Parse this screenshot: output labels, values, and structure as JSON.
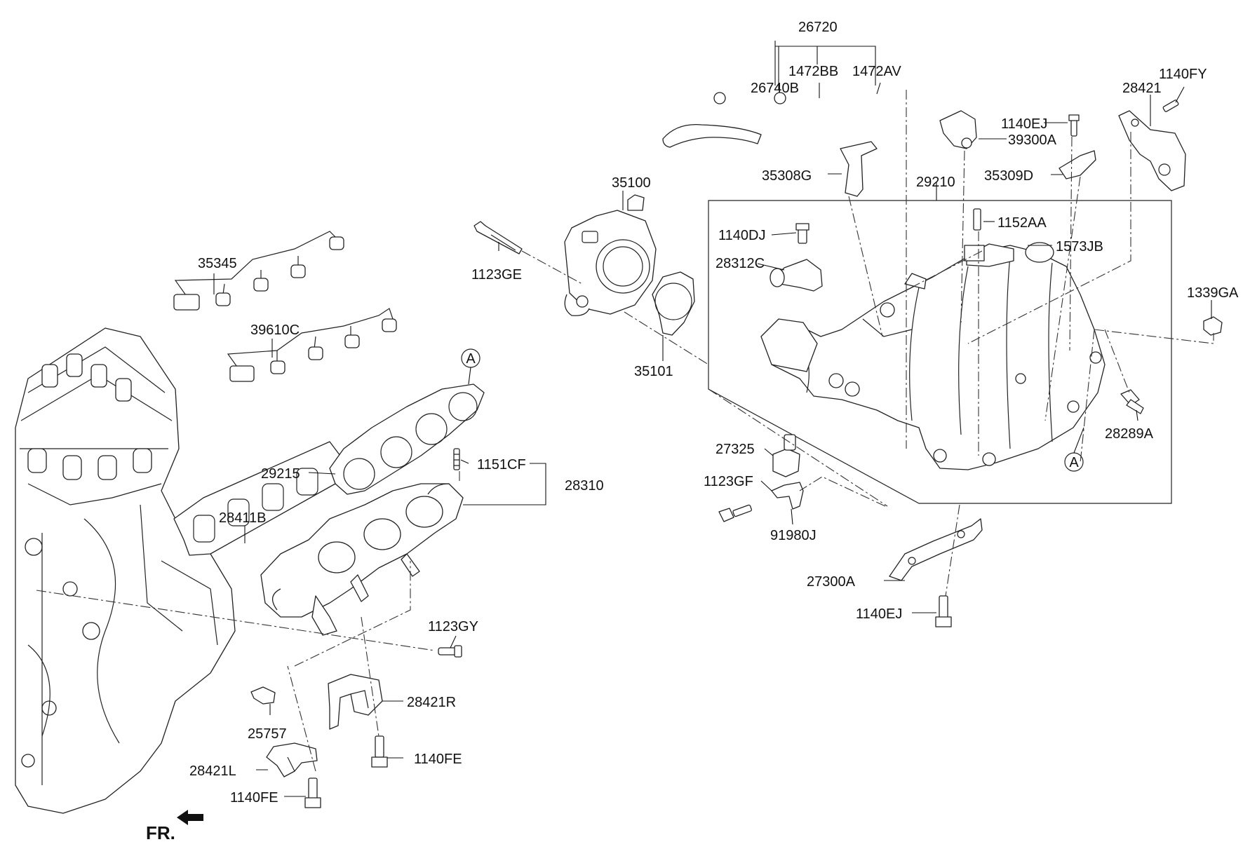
{
  "diagram": {
    "direction_label": "FR.",
    "reference_mark": "A",
    "part_labels": {
      "p26720": "26720",
      "p1472BB": "1472BB",
      "p1472AV": "1472AV",
      "p26740B": "26740B",
      "p1140FY": "1140FY",
      "p28421": "28421",
      "p1140EJ_top": "1140EJ",
      "p39300A": "39300A",
      "p35309D": "35309D",
      "p35308G": "35308G",
      "p29210": "29210",
      "p35100": "35100",
      "p1140DJ": "1140DJ",
      "p1152AA": "1152AA",
      "p1573JB": "1573JB",
      "p28312C": "28312C",
      "p1339GA": "1339GA",
      "p35345": "35345",
      "p1123GE": "1123GE",
      "p39610C": "39610C",
      "p35101": "35101",
      "p28289A": "28289A",
      "p27325": "27325",
      "p29215": "29215",
      "p1151CF": "1151CF",
      "p28310": "28310",
      "p1123GF": "1123GF",
      "p28411B": "28411B",
      "p91980J": "91980J",
      "p27300A": "27300A",
      "p1140EJ_bottom": "1140EJ",
      "p1123GY": "1123GY",
      "p28421R": "28421R",
      "p25757": "25757",
      "p1140FE_right": "1140FE",
      "p28421L": "28421L",
      "p1140FE_left": "1140FE"
    },
    "icons": {
      "front_arrow": "arrow-left-icon"
    }
  }
}
